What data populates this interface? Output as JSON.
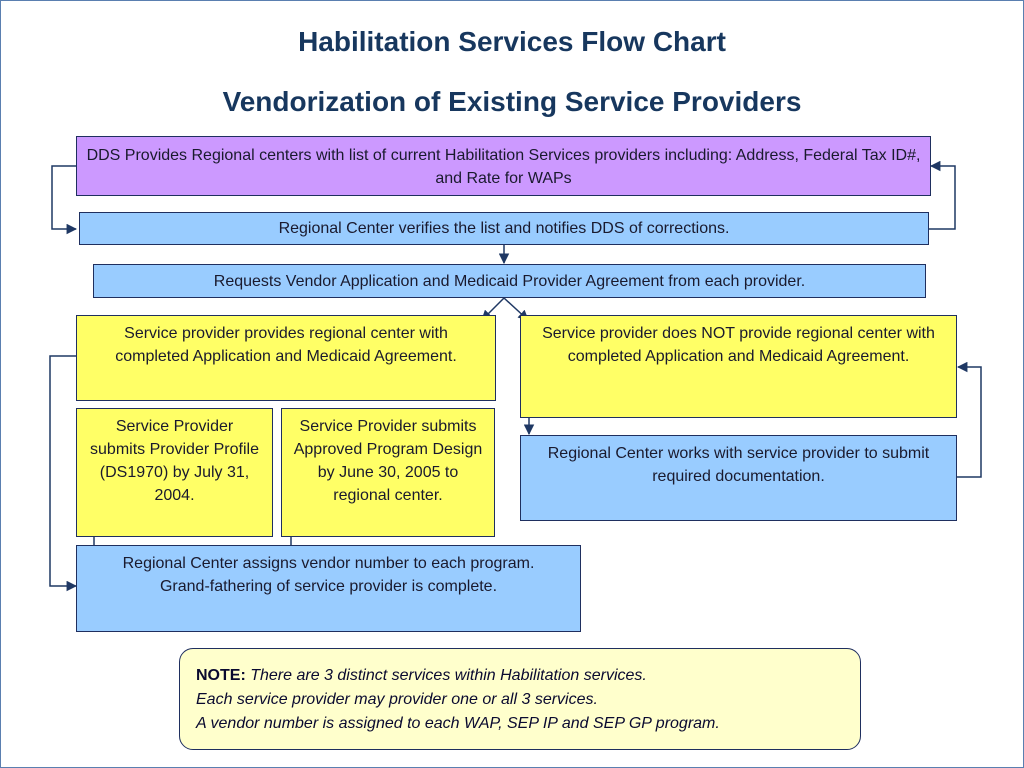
{
  "title": "Habilitation Services Flow Chart",
  "subtitle": "Vendorization of Existing Service Providers",
  "boxes": {
    "dds_provides": "DDS Provides Regional centers with list of current Habilitation Services providers including: Address, Federal Tax ID#, and Rate for WAPs",
    "rc_verifies": "Regional Center verifies the list and notifies DDS of corrections.",
    "requests_vendor_app": "Requests Vendor Application and Medicaid Provider Agreement from each provider.",
    "provider_provides": "Service provider provides regional center with completed Application and Medicaid Agreement.",
    "provider_not_provide": "Service provider does NOT provide regional center with completed Application and Medicaid Agreement.",
    "submits_profile": "Service Provider submits Provider Profile (DS1970) by July 31, 2004.",
    "submits_program_design": "Service Provider submits Approved Program Design by June 30, 2005 to regional center.",
    "rc_works_with": "Regional Center works with service provider to submit required documentation.",
    "rc_assigns_vendor": "Regional Center assigns vendor number to each program. Grand-fathering of service provider is complete."
  },
  "note": {
    "label": "NOTE:",
    "line1": "There are 3 distinct services within Habilitation services.",
    "line2": "Each service provider may provider one or all 3 services.",
    "line3": "A vendor number is assigned to each WAP, SEP IP and SEP GP program."
  },
  "colors": {
    "title": "#17375e",
    "purple_box": "#cc99ff",
    "blue_box": "#99ccff",
    "yellow_box": "#ffff66",
    "note_bg": "#ffffcc",
    "connector": "#1f3864"
  }
}
